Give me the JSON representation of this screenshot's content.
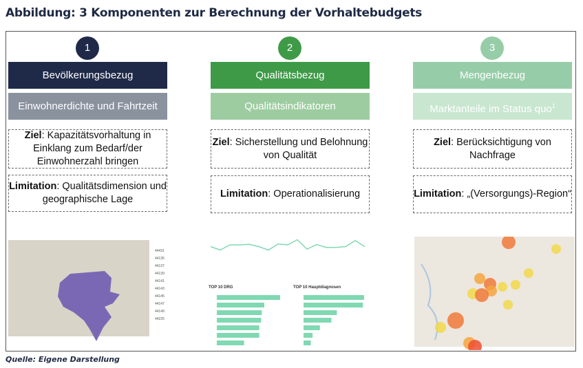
{
  "title": "Abbildung: 3 Komponenten zur Berechnung der Vorhaltebudgets",
  "source": "Quelle: Eigene Darstellung",
  "columns": [
    {
      "number": "1",
      "heading": "Bevölkerungsbezug",
      "subheading": "Einwohnerdichte und Fahrtzeit",
      "ziel_label": "Ziel",
      "ziel_text": ": Kapazitätsvorhaltung in Einklang zum Bedarf/der Einwohnerzahl bringen",
      "limitation_label": "Limitation",
      "limitation_text": ": Qualitätsdimension und geographische Lage"
    },
    {
      "number": "2",
      "heading": "Qualitätsbezug",
      "subheading": "Qualitätsindikatoren",
      "ziel_label": "Ziel",
      "ziel_text": ": Sicherstellung und Belohnung von Qualität",
      "limitation_label": "Limitation",
      "limitation_text": ": Operationalisierung"
    },
    {
      "number": "3",
      "heading": "Mengenbezug",
      "subheading": "Marktanteile im Status quo",
      "subheading_sup": "1",
      "ziel_label": "Ziel",
      "ziel_text": ": Berücksichtigung von Nachfrage",
      "limitation_label": "Limitation",
      "limitation_text": ": „(Versorgungs)-Region“"
    }
  ],
  "colors": {
    "navy": "#1f2a48",
    "slate": "#8a929e",
    "green": "#3e9a47",
    "green_light": "#9dcca0",
    "mint": "#96cda8",
    "mint_light": "#c8e6d0",
    "bar": "#7fd9b2"
  },
  "mini_charts": {
    "drg_title": "TOP 10 DRG",
    "diag_title": "TOP 10 Hauptdiagnosen",
    "drg_values": [
      100,
      75,
      71,
      70,
      67,
      67,
      43
    ],
    "diag_values": [
      100,
      98,
      55,
      46,
      27,
      15,
      12
    ],
    "line_values": [
      5,
      3,
      6,
      6,
      6.3,
      5,
      3,
      6.5,
      6,
      9,
      3.5,
      6.2,
      4.5,
      4.5,
      5,
      8.5,
      5
    ]
  },
  "postcodes": [
    "44431",
    "44135",
    "44137",
    "44139",
    "44141",
    "44143",
    "44145",
    "44147",
    "44149",
    "44225"
  ]
}
